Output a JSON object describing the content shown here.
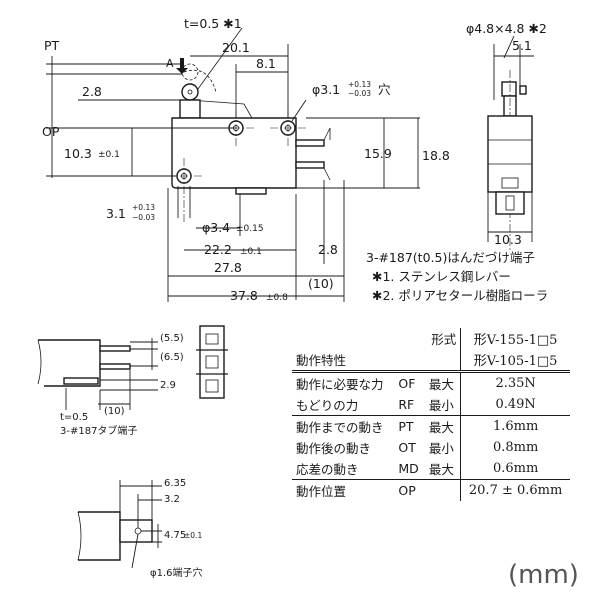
{
  "main_view": {
    "label_t": "t=0.5 ✱1",
    "label_pt": "PT",
    "label_a": "A",
    "label_op": "OP",
    "dim_20_1": "20.1",
    "dim_8_1": "8.1",
    "dim_2_8_top": "2.8",
    "hole_dia": "φ3.1",
    "hole_tol_upper": "+0.13",
    "hole_tol_lower": "−0.03",
    "hole_suffix": "穴",
    "dim_10_3": "10.3",
    "dim_10_3_tol": "±0.1",
    "dim_15_9": "15.9",
    "dim_18_8": "18.8",
    "dim_3_1": "3.1",
    "dim_3_1_tol_upper": "+0.13",
    "dim_3_1_tol_lower": "−0.03",
    "dim_3_4": "φ3.4",
    "dim_3_4_tol": "±0.15",
    "dim_22_2": "22.2",
    "dim_22_2_tol": "±0.1",
    "dim_2_8_bottom": "2.8",
    "dim_27_8": "27.8",
    "dim_10": "(10)",
    "dim_37_8": "37.8",
    "dim_37_8_tol": "±0.8"
  },
  "side_view": {
    "roller_label": "φ4.8×4.8 ✱2",
    "dim_5_1": "5.1",
    "dim_10_3": "10.3"
  },
  "notes": {
    "terminal": "3-#187(t0.5)はんだづけ端子",
    "note1": "✱1. ステンレス鋼レバー",
    "note2": "✱2. ポリアセタール樹脂ローラ"
  },
  "tab_detail": {
    "dim_5_5": "(5.5)",
    "dim_6_5": "(6.5)",
    "dim_2_9": "2.9",
    "t_label": "t=0.5",
    "dim_10": "(10)",
    "caption": "3-#187タブ端子"
  },
  "hole_detail": {
    "dim_6_35": "6.35",
    "dim_3_2": "3.2",
    "dim_4_75": "4.75",
    "dim_4_75_tol": "±0.1",
    "caption": "φ1.6端子穴"
  },
  "spec_table": {
    "header_type": "形式",
    "header_chars": "動作特性",
    "model_1": "形V-155-1□5",
    "model_2": "形V-105-1□5",
    "rows": [
      {
        "name": "動作に必要な力",
        "code": "OF",
        "limit": "最大",
        "value": "2.35N"
      },
      {
        "name": "もどりの力",
        "code": "RF",
        "limit": "最小",
        "value": "0.49N"
      },
      {
        "name": "動作までの動き",
        "code": "PT",
        "limit": "最大",
        "value": "1.6mm"
      },
      {
        "name": "動作後の動き",
        "code": "OT",
        "limit": "最小",
        "value": "0.8mm"
      },
      {
        "name": "応差の動き",
        "code": "MD",
        "limit": "最大",
        "value": "0.6mm"
      },
      {
        "name": "動作位置",
        "code": "OP",
        "limit": "",
        "value": "20.7 ± 0.6mm"
      }
    ]
  },
  "unit_label": "(mm)"
}
